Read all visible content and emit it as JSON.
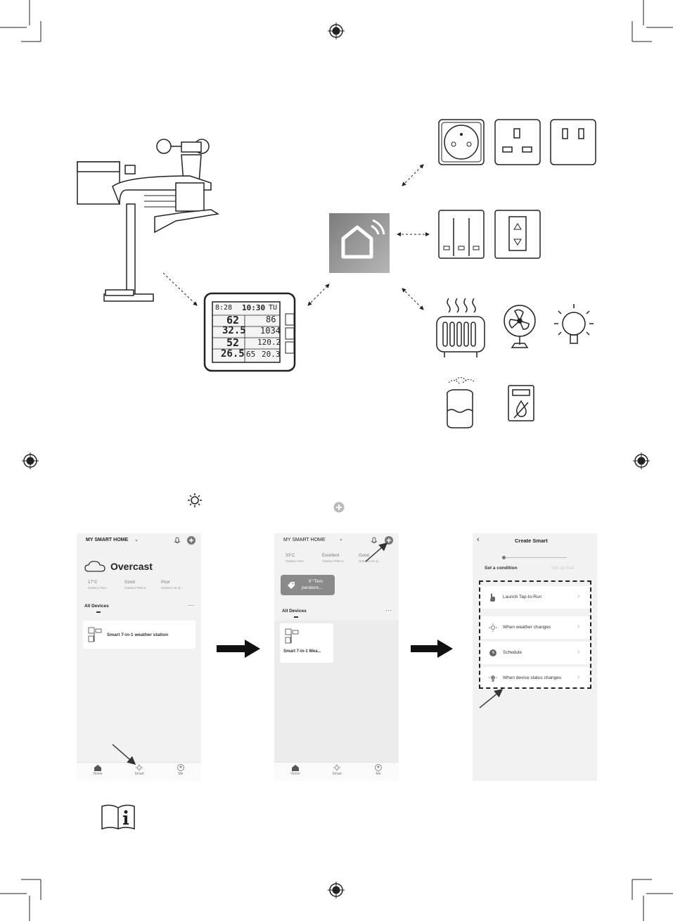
{
  "screen1": {
    "home_title": "MY SMART HOME",
    "weather": "Overcast",
    "stats": [
      {
        "value": "17°C",
        "label": "Outdoor Tem..."
      },
      {
        "value": "Good",
        "label": "Outdoor PM2.5"
      },
      {
        "value": "Poor",
        "label": "Outdoor Air Q..."
      }
    ],
    "all_devices": "All Devices",
    "more": "···",
    "device_name": "Smart 7-in-1 weather station",
    "nav": [
      "Home",
      "Smart",
      "Me"
    ]
  },
  "screen2": {
    "home_title": "MY SMART HOME",
    "stats": [
      {
        "value": "33°C",
        "label": "Outdoor Tem..."
      },
      {
        "value": "Excellent",
        "label": "Outdoor PM2.5"
      },
      {
        "value": "Good",
        "label": "Outdoor Air Q..."
      }
    ],
    "scene_line1": "If \"Tem",
    "scene_line2": "perature...",
    "all_devices": "All Devices",
    "more": "···",
    "device_name": "Smart 7-in-1 Wea...",
    "nav": [
      "Home",
      "Smart",
      "Me"
    ]
  },
  "screen3": {
    "title": "Create Smart",
    "step1": "Set a condition",
    "step2": "Set up task",
    "options": [
      {
        "label": "Launch Tap-to-Run",
        "icon": "hand-icon"
      },
      {
        "label": "When weather changes",
        "icon": "sun-icon"
      },
      {
        "label": "Schedule",
        "icon": "clock-icon"
      },
      {
        "label": "When device status changes",
        "icon": "device-icon"
      }
    ]
  },
  "display": {
    "time": "8:28",
    "clock": "10:30",
    "day": "TU",
    "row1_left": "62",
    "row1_right": "86",
    "row2_left": "32.5",
    "row2_right": "1034",
    "row3_left": "52",
    "row3_right": "120.2",
    "row4_left": "26.5",
    "row4_mid": "65",
    "row4_right": "20.3"
  },
  "colors": {
    "line": "#222222",
    "phone_bg": "#f2f2f2",
    "hub": "#9a9a9a"
  }
}
